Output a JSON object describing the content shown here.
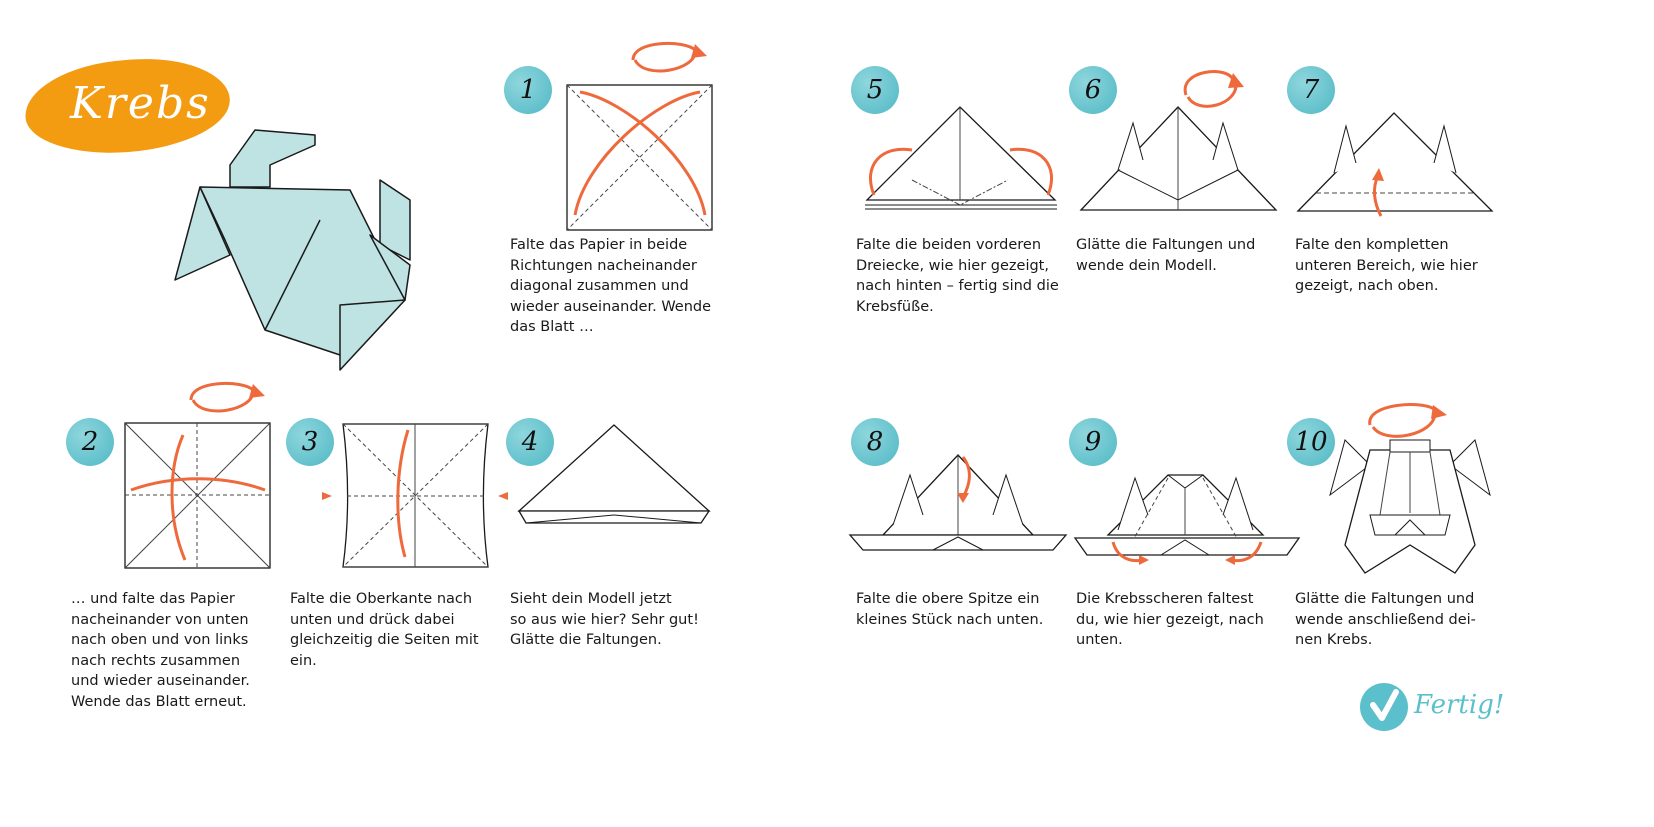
{
  "title": "Krebs",
  "colors": {
    "accent": "#f39c12",
    "teal": "#5bc0cb",
    "arrow": "#ee6a3c",
    "paper": "#bfe2e3"
  },
  "steps": [
    {
      "number": "1",
      "lines": [
        "Falte das Papier in beide",
        "Richtungen nacheinander",
        "diagonal zusammen und",
        "wieder auseinander. Wende",
        "das Blatt …"
      ]
    },
    {
      "number": "2",
      "lines": [
        "… und falte das Papier",
        "nacheinander von unten",
        "nach oben und von links",
        "nach rechts zusammen",
        "und wieder auseinander.",
        "Wende das Blatt erneut."
      ]
    },
    {
      "number": "3",
      "lines": [
        "Falte die Oberkante nach",
        "unten und drück dabei",
        "gleichzeitig die Seiten mit",
        "ein."
      ]
    },
    {
      "number": "4",
      "lines": [
        "Sieht dein Modell jetzt",
        "so aus wie hier? Sehr gut!",
        "Glätte die Faltungen."
      ]
    },
    {
      "number": "5",
      "lines": [
        "Falte die beiden vorderen",
        "Dreiecke, wie hier gezeigt,",
        "nach hinten – fertig sind die",
        "Krebsfüße."
      ]
    },
    {
      "number": "6",
      "lines": [
        "Glätte die Faltungen und",
        "wende dein Modell."
      ]
    },
    {
      "number": "7",
      "lines": [
        "Falte den kompletten",
        "unteren Bereich, wie hier",
        "gezeigt, nach oben."
      ]
    },
    {
      "number": "8",
      "lines": [
        "Falte die obere Spitze ein",
        "kleines Stück nach unten."
      ]
    },
    {
      "number": "9",
      "lines": [
        "Die Krebsscheren faltest",
        "du, wie hier gezeigt, nach",
        "unten."
      ]
    },
    {
      "number": "10",
      "lines": [
        "Glätte die Faltungen und",
        "wende anschließend dei-",
        "nen Krebs."
      ]
    }
  ],
  "done_label": "Fertig!"
}
